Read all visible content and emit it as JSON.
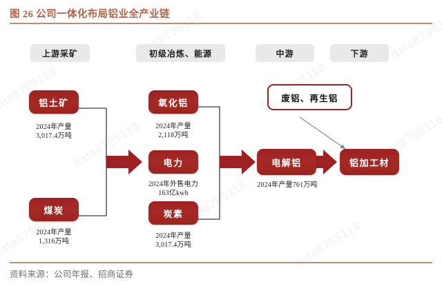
{
  "header": {
    "figure_label": "图 26",
    "title": "公司一体化布局铝业全产业链",
    "full_title": "图 26  公司一体化布局铝业全产业链",
    "accent_color": "#b3634a"
  },
  "footer": {
    "source_text": "资料来源：公司年报、招商证券"
  },
  "watermark": {
    "text": "data8795118"
  },
  "colors": {
    "node_red": "#9d2022",
    "chip_gray": "#e9e9e9",
    "arrow_red": "#9d2022",
    "connector_dark": "#3a3a3a",
    "thin_arrow_gray": "#8c8c8c",
    "rule": "#c08a72"
  },
  "stages": [
    {
      "id": "upstream-mining",
      "label": "上游采矿"
    },
    {
      "id": "primary-smelting-energy",
      "label": "初级冶炼、能源"
    },
    {
      "id": "midstream",
      "label": "中游"
    },
    {
      "id": "downstream",
      "label": "下游"
    }
  ],
  "nodes": [
    {
      "id": "bauxite",
      "label": "铝土矿",
      "caption_line1": "2024年产量",
      "caption_line2": "3,017.4万吨"
    },
    {
      "id": "coal",
      "label": "煤炭",
      "caption_line1": "2024年产量",
      "caption_line2": "1,316万吨"
    },
    {
      "id": "alumina",
      "label": "氧化铝",
      "caption_line1": "2024年产量",
      "caption_line2": "2,118万吨"
    },
    {
      "id": "electricity",
      "label": "电力",
      "caption_line1": "2024年外售电力",
      "caption_line2": "163亿kwh"
    },
    {
      "id": "carbon",
      "label": "炭素",
      "caption_line1": "2024年产量",
      "caption_line2": "3,017.4万吨"
    },
    {
      "id": "electrolytic-aluminum",
      "label": "电解铝",
      "caption_line1": "2024年产量761万吨",
      "caption_line2": ""
    },
    {
      "id": "aluminum-processed",
      "label": "铝加工材",
      "caption_line1": "",
      "caption_line2": ""
    },
    {
      "id": "scrap-recycled-aluminum",
      "label": "废铝、再生铝",
      "caption_line1": "",
      "caption_line2": ""
    }
  ],
  "chart_data": {
    "type": "diagram",
    "title": "公司一体化布局铝业全产业链",
    "diagram_kind": "value-chain flow",
    "columns": [
      "上游采矿",
      "初级冶炼、能源",
      "中游",
      "下游"
    ],
    "entities": [
      {
        "name": "铝土矿",
        "column": "上游采矿",
        "metric_label": "2024年产量",
        "metric_value": "3,017.4万吨"
      },
      {
        "name": "煤炭",
        "column": "上游采矿",
        "metric_label": "2024年产量",
        "metric_value": "1,316万吨"
      },
      {
        "name": "氧化铝",
        "column": "初级冶炼、能源",
        "metric_label": "2024年产量",
        "metric_value": "2,118万吨"
      },
      {
        "name": "电力",
        "column": "初级冶炼、能源",
        "metric_label": "2024年外售电力",
        "metric_value": "163亿kwh"
      },
      {
        "name": "炭素",
        "column": "初级冶炼、能源",
        "metric_label": "2024年产量",
        "metric_value": "3,017.4万吨"
      },
      {
        "name": "电解铝",
        "column": "中游",
        "metric_label": "2024年产量",
        "metric_value": "761万吨"
      },
      {
        "name": "铝加工材",
        "column": "下游",
        "metric_label": "",
        "metric_value": ""
      },
      {
        "name": "废铝、再生铝",
        "column": "中游",
        "metric_label": "",
        "metric_value": ""
      }
    ],
    "edges": [
      {
        "from": [
          "铝土矿",
          "煤炭"
        ],
        "to": [
          "氧化铝",
          "电力",
          "炭素"
        ],
        "style": "thick-red-arrow"
      },
      {
        "from": [
          "氧化铝",
          "电力",
          "炭素"
        ],
        "to": [
          "电解铝"
        ],
        "style": "thick-red-arrow"
      },
      {
        "from": [
          "电解铝"
        ],
        "to": [
          "铝加工材"
        ],
        "style": "thick-red-arrow"
      },
      {
        "from": [
          "废铝、再生铝"
        ],
        "to": [
          "铝加工材"
        ],
        "style": "thin-gray-arrow"
      }
    ]
  }
}
